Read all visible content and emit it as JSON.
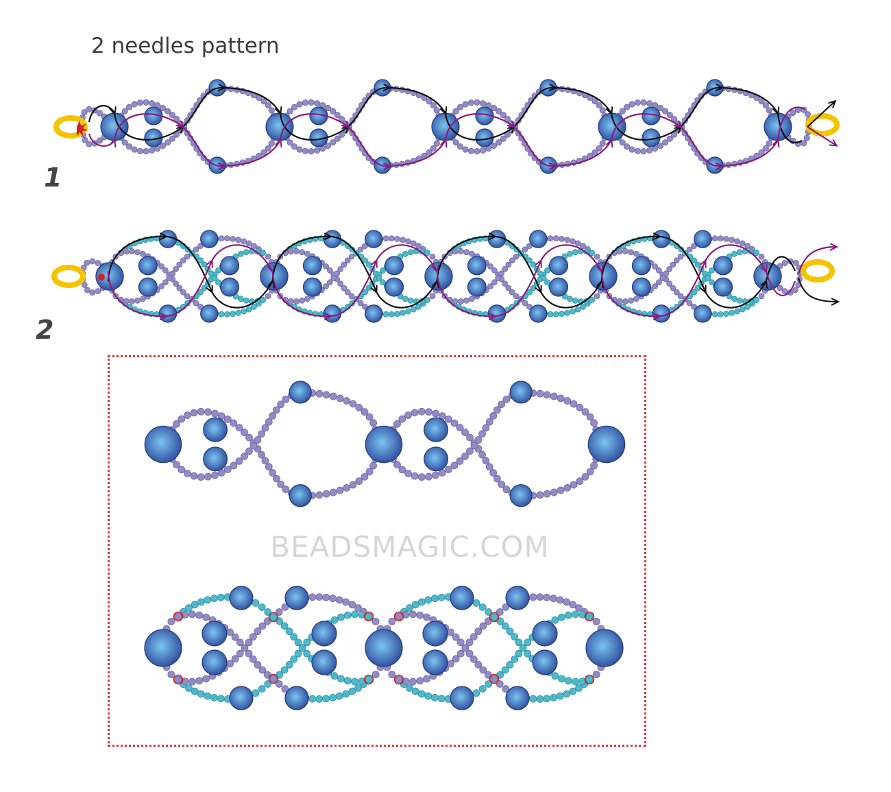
{
  "title": "2 needles pattern",
  "row_labels": [
    "1",
    "2"
  ],
  "watermark": "BEADSMAGIC.COM",
  "colors": {
    "big_bead_light": "#78bff0",
    "big_bead_dark": "#2d4c9c",
    "seed_purple": "#938cc4",
    "seed_teal": "#4fb9c9",
    "thread_black": "#111111",
    "thread_magenta": "#8a1a7e",
    "ring": "#f5c300",
    "marker_red": "#d42020",
    "box_border": "#e03232"
  }
}
